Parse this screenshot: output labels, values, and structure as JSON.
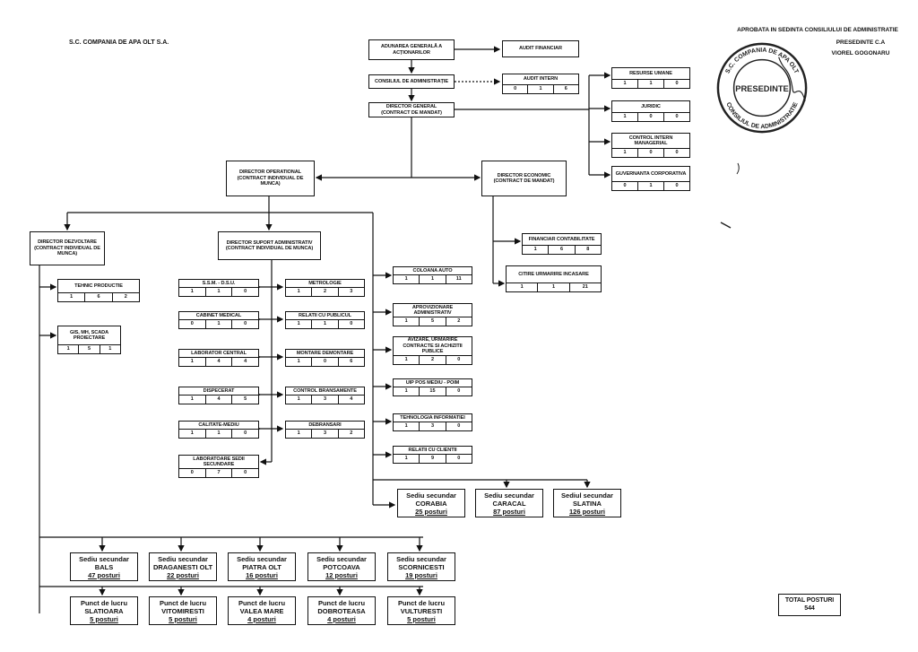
{
  "header": {
    "company": "S.C. COMPANIA DE APA OLT S.A.",
    "approval_line1": "APROBATA IN SEDINTA CONSILIULUI DE ADMINISTRATIE",
    "approval_line2": "PRESEDINTE C.A",
    "approval_line3": "VIOREL GOGONARU",
    "stamp_outer_text": "S.C. COMPANIA DE APA OLT",
    "stamp_center_text": "PRESEDINTE",
    "stamp_bottom_text": "CONSILIUL DE ADMINISTRATIE"
  },
  "top": {
    "aga": "ADUNAREA GENERALĂ A ACȚIONARILOR",
    "audit_financiar": "AUDIT FINANCIAR",
    "consiliu": "CONSILIUL DE ADMINISTRAȚIE",
    "audit_intern": {
      "label": "AUDIT INTERN",
      "cells": [
        "0",
        "1",
        "6"
      ]
    },
    "director_general": "DIRECTOR GENERAL (CONTRACT DE MANDAT)"
  },
  "dg_departments": [
    {
      "label": "RESURSE UMANE",
      "cells": [
        "1",
        "1",
        "0"
      ]
    },
    {
      "label": "JURIDIC",
      "cells": [
        "1",
        "0",
        "0"
      ]
    },
    {
      "label": "CONTROL INTERN MANAGERIAL",
      "cells": [
        "1",
        "0",
        "0"
      ]
    },
    {
      "label": "GUVERNANTA CORPORATIVA",
      "cells": [
        "0",
        "1",
        "0"
      ]
    }
  ],
  "directors": {
    "operational": "DIRECTOR OPERATIONAL (CONTRACT INDIVIDUAL DE MUNCA)",
    "economic": "DIRECTOR ECONOMIC (CONTRACT DE MANDAT)",
    "dezvoltare": "DIRECTOR DEZVOLTARE (CONTRACT INDIVIDUAL DE MUNCA)",
    "suport": "DIRECTOR SUPORT ADMINISTRATIV (CONTRACT INDIVIDUAL DE MUNCA)"
  },
  "economic_departments": [
    {
      "label": "FINANCIAR CONTABILITATE",
      "cells": [
        "1",
        "6",
        "8"
      ]
    },
    {
      "label": "CITIRE URMARIRE INCASARE",
      "cells": [
        "1",
        "1",
        "21"
      ]
    }
  ],
  "dezvoltare_departments": [
    {
      "label": "TEHNIC PRODUCTIE",
      "cells": [
        "1",
        "6",
        "2"
      ]
    },
    {
      "label": "GIS, MH, SCADA PROIECTARE",
      "cells": [
        "1",
        "5",
        "1"
      ]
    }
  ],
  "suport_left": [
    {
      "label": "S.S.M. - D.S.U.",
      "cells": [
        "1",
        "1",
        "0"
      ]
    },
    {
      "label": "CABINET MEDICAL",
      "cells": [
        "0",
        "1",
        "0"
      ]
    },
    {
      "label": "LABORATOR CENTRAL",
      "cells": [
        "1",
        "4",
        "4"
      ]
    },
    {
      "label": "DISPECERAT",
      "cells": [
        "1",
        "4",
        "5"
      ]
    },
    {
      "label": "CALITATE-MEDIU",
      "cells": [
        "1",
        "1",
        "0"
      ]
    },
    {
      "label": "LABORATOARE SEDII SECUNDARE",
      "cells": [
        "0",
        "7",
        "0"
      ]
    }
  ],
  "suport_right": [
    {
      "label": "METROLOGIE",
      "cells": [
        "1",
        "2",
        "3"
      ]
    },
    {
      "label": "RELATII CU PUBLICUL",
      "cells": [
        "1",
        "1",
        "0"
      ]
    },
    {
      "label": "MONTARE DEMONTARE",
      "cells": [
        "1",
        "0",
        "6"
      ]
    },
    {
      "label": "CONTROL BRANSAMENTE",
      "cells": [
        "1",
        "3",
        "4"
      ]
    },
    {
      "label": "DEBRANSARI",
      "cells": [
        "1",
        "3",
        "2"
      ]
    }
  ],
  "operational_departments": [
    {
      "label": "COLOANA AUTO",
      "cells": [
        "1",
        "1",
        "11"
      ]
    },
    {
      "label": "APROVIZIONARE ADMINISTRATIV",
      "cells": [
        "1",
        "5",
        "2"
      ]
    },
    {
      "label": "AVIZARE, URMARIRE CONTRACTE SI ACHIZITII PUBLICE",
      "cells": [
        "1",
        "2",
        "0"
      ]
    },
    {
      "label": "UIP POS MEDIU - POIM",
      "cells": [
        "1",
        "15",
        "0"
      ]
    },
    {
      "label": "TEHNOLOGIA INFORMATIEI",
      "cells": [
        "1",
        "3",
        "0"
      ]
    },
    {
      "label": "RELATII CU CLIENTII",
      "cells": [
        "1",
        "9",
        "0"
      ]
    }
  ],
  "sedii_right": [
    {
      "l1": "Sediu secundar",
      "l2": "CORABIA",
      "l3": "25 posturi"
    },
    {
      "l1": "Sediu secundar",
      "l2": "CARACAL",
      "l3": "87 posturi"
    },
    {
      "l1": "Sediul secundar",
      "l2": "SLATINA",
      "l3": "126 posturi"
    }
  ],
  "sedii_bottom": [
    {
      "l1": "Sediu secundar",
      "l2": "BALS",
      "l3": "47 posturi"
    },
    {
      "l1": "Sediu secundar",
      "l2": "DRAGANESTI OLT",
      "l3": "22 posturi"
    },
    {
      "l1": "Sediu secundar",
      "l2": "PIATRA OLT",
      "l3": "16 posturi"
    },
    {
      "l1": "Sediu secundar",
      "l2": "POTCOAVA",
      "l3": "12 posturi"
    },
    {
      "l1": "Sediu secundar",
      "l2": "SCORNICESTI",
      "l3": "19 posturi"
    }
  ],
  "puncte": [
    {
      "l1": "Punct de lucru",
      "l2": "SLATIOARA",
      "l3": "5 posturi"
    },
    {
      "l1": "Punct de lucru",
      "l2": "VITOMIRESTI",
      "l3": "5 posturi"
    },
    {
      "l1": "Punct de lucru",
      "l2": "VALEA MARE",
      "l3": "4 posturi"
    },
    {
      "l1": "Punct de lucru",
      "l2": "DOBROTEASA",
      "l3": "4 posturi"
    },
    {
      "l1": "Punct de lucru",
      "l2": "VULTURESTI",
      "l3": "5 posturi"
    }
  ],
  "total": {
    "label": "TOTAL POSTURI",
    "value": "544"
  }
}
